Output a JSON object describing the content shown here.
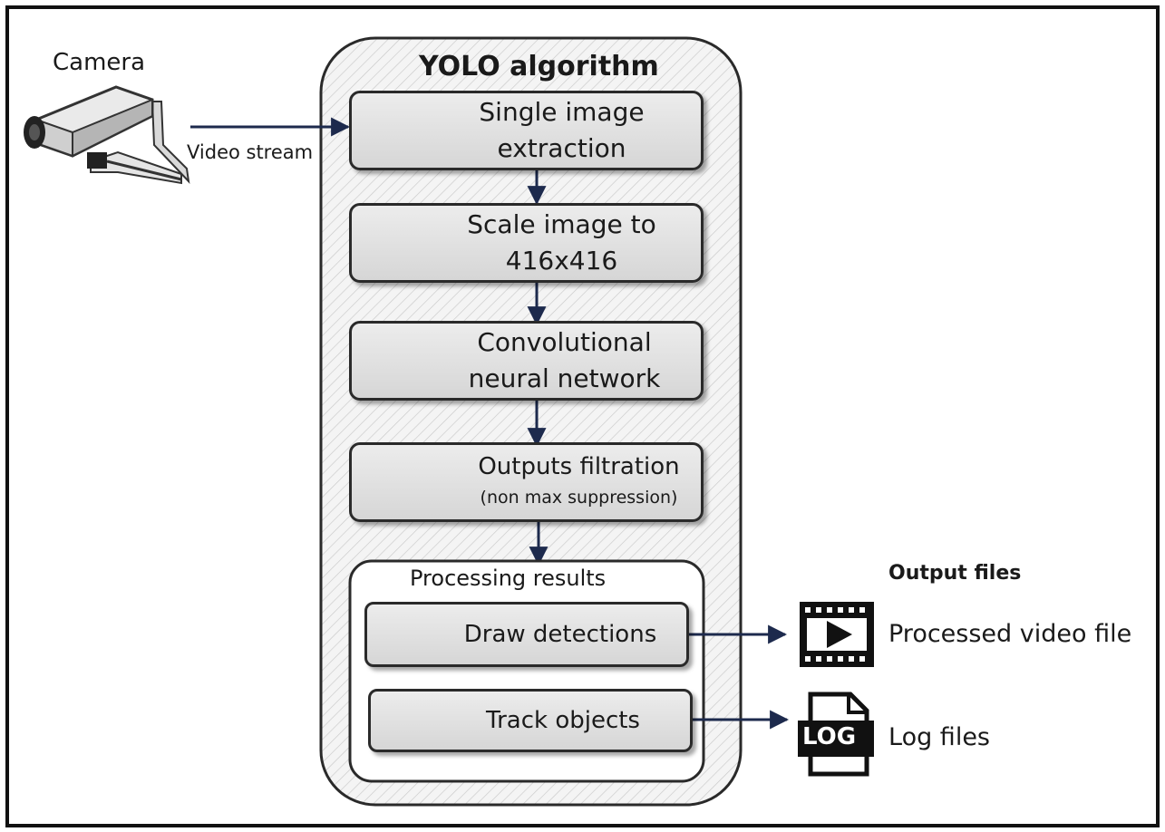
{
  "title": "YOLO algorithm",
  "camera": {
    "label": "Camera",
    "stream_label": "Video stream",
    "icon": "security-camera-icon"
  },
  "steps": [
    {
      "line1": "Single image",
      "line2": "extraction",
      "icon": "cars-thumbnail-icon"
    },
    {
      "line1": "Scale image to",
      "line2": "416x416",
      "icon": "scale-image-icon"
    },
    {
      "line1": "Convolutional",
      "line2": "neural network",
      "icon": "cnn-diagram-icon"
    },
    {
      "line1": "Outputs filtration",
      "line2": "(non max suppression)",
      "icon": "filtered-photo-thumbnail-icon"
    }
  ],
  "processing": {
    "title": "Processing results",
    "draw": {
      "label": "Draw detections",
      "icon": "eye-icon"
    },
    "track": {
      "label": "Track objects",
      "icon": "target-cube-icon"
    }
  },
  "outputs": {
    "title": "Output files",
    "video": {
      "label": "Processed video file",
      "icon": "video-file-icon"
    },
    "log": {
      "label": "Log files",
      "icon": "log-file-icon",
      "badge": "LOG"
    }
  },
  "colors": {
    "arrow": "#1d2a4d",
    "border": "#2a2a2a",
    "box_fill": "#dddddd",
    "text": "#1a1a1a"
  }
}
